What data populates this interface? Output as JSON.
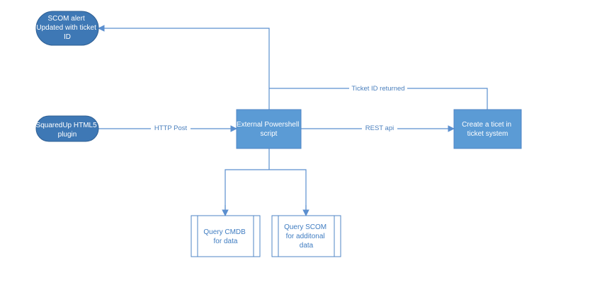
{
  "colors": {
    "terminator_fill": "#3e78b5",
    "process_fill": "#5b9bd5",
    "line": "#5b8fcf",
    "document_border": "#4f86c6",
    "document_text": "#3f7cc1",
    "edge_label_text": "#4a7fbd"
  },
  "nodes": {
    "scom_updated": {
      "lines": [
        "SCOM alert",
        "Updated with ticket",
        "ID"
      ]
    },
    "squaredup_plugin": {
      "lines": [
        "SquaredUp HTML5",
        "plugin"
      ]
    },
    "powershell_script": {
      "lines": [
        "External Powershell",
        "script"
      ]
    },
    "create_ticket": {
      "lines": [
        "Create a ticet in",
        "ticket system"
      ]
    },
    "query_cmdb": {
      "lines": [
        "Query CMDB",
        "for data"
      ]
    },
    "query_scom": {
      "lines": [
        "Query SCOM",
        "for additonal",
        "data"
      ]
    }
  },
  "edges": {
    "http_post": "HTTP Post",
    "rest_api": "REST api",
    "ticket_id_returned": "Ticket ID returned"
  }
}
